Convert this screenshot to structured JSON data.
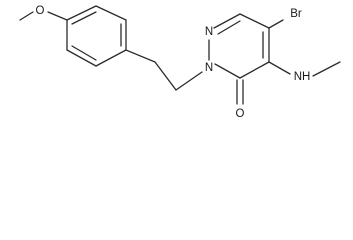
{
  "labels": {
    "o_methoxy": "O",
    "br": "Br",
    "n2": "N",
    "n1": "N",
    "nh": "NH",
    "o_carbonyl": "O"
  }
}
